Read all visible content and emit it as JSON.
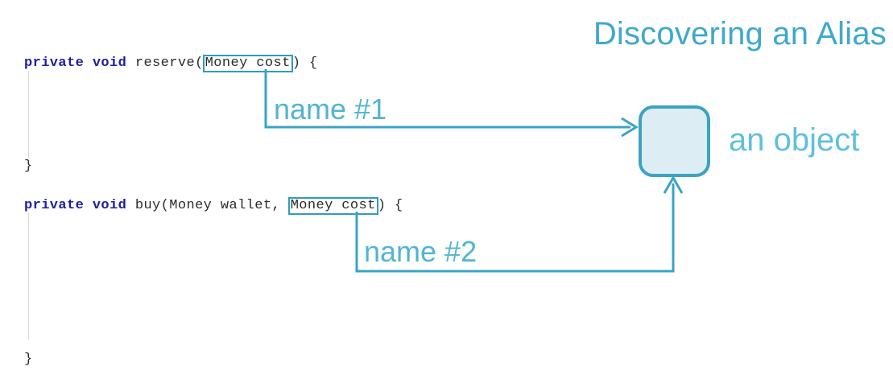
{
  "slide": {
    "title": "Discovering an Alias",
    "background_color": "#ffffff",
    "accent_color": "#2e9cc0",
    "title_color": "#3fa8cc"
  },
  "code": {
    "language": "java",
    "keyword_color": "#1f1f9e",
    "text_color": "#2b2b2b",
    "lines": [
      {
        "id": "reserve-signature",
        "keyword1": "private",
        "keyword2": "void",
        "before_param": " reserve(",
        "highlighted_param": "Money cost",
        "after_param": ") {"
      },
      {
        "id": "reserve-close",
        "text": "}"
      },
      {
        "id": "buy-signature",
        "keyword1": "private",
        "keyword2": "void",
        "before_param": " buy(Money wallet, ",
        "highlighted_param": "Money cost",
        "after_param": ") {"
      },
      {
        "id": "buy-close",
        "text": "}"
      }
    ]
  },
  "annotations": {
    "name1_label": "name #1",
    "name2_label": "name #2",
    "object_label": "an object",
    "connector_color": "#3aa3c4",
    "object_box": {
      "fill": "#dcedf4",
      "stroke": "#3aa3c4"
    }
  }
}
